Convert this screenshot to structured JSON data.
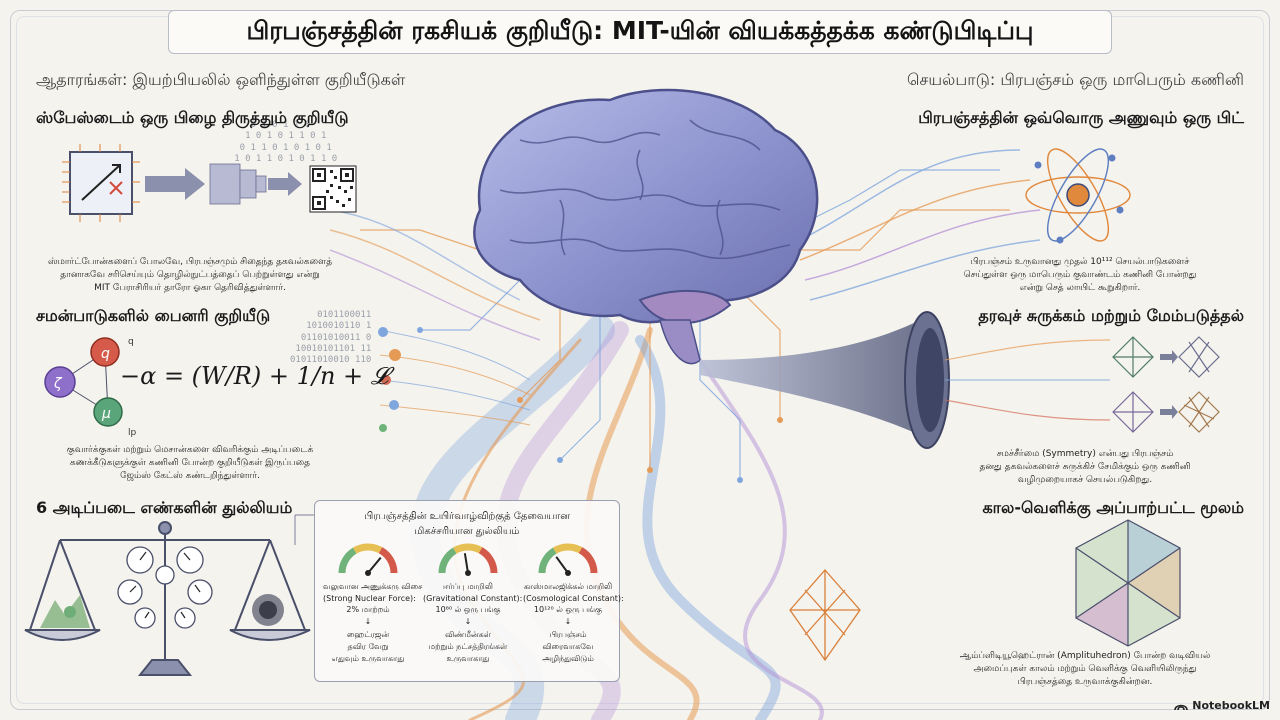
{
  "header": {
    "title": "பிரபஞ்சத்தின் ரகசியக் குறியீடு: MIT-யின் வியக்கத்தக்க கண்டுபிடிப்பு"
  },
  "strips": {
    "left": "ஆதாரங்கள்: இயற்பியலில் ஒளிந்துள்ள குறியீடுகள்",
    "right": "செயல்பாடு: பிரபஞ்சம் ஒரு மாபெரும் கணினி"
  },
  "sections": {
    "spacetime": {
      "title": "ஸ்பேஸ்டைம் ஒரு பிழை திருத்தும் குறியீடு",
      "caption": [
        "ஸ்மார்ட்போன்களைப் போலவே, பிரபஞ்சமும் சிதைந்த தகவல்களைத்",
        "தானாகவே சரிசெய்யும் தொழில்நுட்பத்தைப் பெற்றுள்ளது என்று",
        "MIT பேராசிரியர் தாரோ ஓகா தெரிவித்துள்ளார்."
      ]
    },
    "binary": {
      "title": "சமன்பாடுகளில் பைனரி குறியீடு",
      "caption": [
        "குவார்க்குகள் மற்றும் மெசான்களை விவரிக்கும் அடிப்படைக்",
        "கணக்கீடுகளுக்குள் கணினி போன்ற குறியீடுகள் இருப்பதை",
        "ஜேம்ஸ் கேட்ஸ் கண்டறிந்துள்ளார்."
      ],
      "particle_labels": [
        "q",
        "lp"
      ]
    },
    "constants": {
      "title": "6 அடிப்படை எண்களின் துல்லியம்"
    },
    "bits": {
      "title": "பிரபஞ்சத்தின் ஒவ்வொரு அணுவும் ஒரு பிட்",
      "caption": [
        "பிரபஞ்சம் உருவானது முதல் 10¹¹² செயல்பாடுகளைச்",
        "செய்துள்ள ஒரு மாபெரும் குவாண்டம் கணினி போன்றது",
        "என்று செத் லாயிட் கூறுகிறார்."
      ]
    },
    "compression": {
      "title": "தரவுச் சுருக்கம் மற்றும் மேம்படுத்தல்",
      "caption": [
        "சமச்சீர்மை (Symmetry) என்பது பிரபஞ்சம்",
        "தனது தகவல்களைச் சுருக்கிச் சேமிக்கும் ஒரு கணினி",
        "வழிமுறையாகச் செயல்படுகிறது."
      ]
    },
    "origin": {
      "title": "கால-வெளிக்கு அப்பாற்பட்ட மூலம்",
      "caption": [
        "ஆம்ப்ளிடியூஹெட்ரான் (Amplituhedron) போன்ற வடிவியல்",
        "அமைப்புகள் காலம் மற்றும் வெளிக்கு வெளியிலிருந்து",
        "பிரபஞ்சத்தை உருவாக்குகின்றன."
      ]
    }
  },
  "gauges": {
    "title": [
      "பிரபஞ்சத்தின் உயிர்வாழ்விற்குத் தேவையான",
      "மிகச்சரியான துல்லியம்"
    ],
    "items": [
      {
        "label": [
          "வலுவான அணுக்கரு விசை",
          "(Strong Nuclear Force):",
          "2% மாற்றம்",
          "↓"
        ],
        "effect": [
          "ஹைட்ரஜன்",
          "தவிர வேறு",
          "எதுவும் உருவாகாது"
        ],
        "level": 0.72
      },
      {
        "label": [
          "ஈர்ப்பு மாறிலி",
          "(Gravitational Constant):",
          "10⁶⁰ ல் ஒரு பங்கு",
          "↓"
        ],
        "effect": [
          "விண்மீன்கள்",
          "மற்றும் நட்சத்திரங்கள்",
          "உருவாகாது"
        ],
        "level": 0.45
      },
      {
        "label": [
          "காஸ்மாலஜிக்கல் மாறிலி",
          "(Cosmological Constant):",
          "10¹²⁰ ல் ஒரு பங்கு",
          "↓"
        ],
        "effect": [
          "பிரபஞ்சம்",
          "விரைவாகவே",
          "அழிந்துவிடும்"
        ],
        "level": 0.3
      }
    ]
  },
  "equation": "−α = (W/R) + 1/n + 𝓛",
  "brand": "NotebookLM",
  "colors": {
    "background": "#f5f3ee",
    "brain": "#8a8fc9",
    "stream_blue": "#7fa6dd",
    "stream_orange": "#e59a55",
    "stream_purple": "#b491d6"
  }
}
